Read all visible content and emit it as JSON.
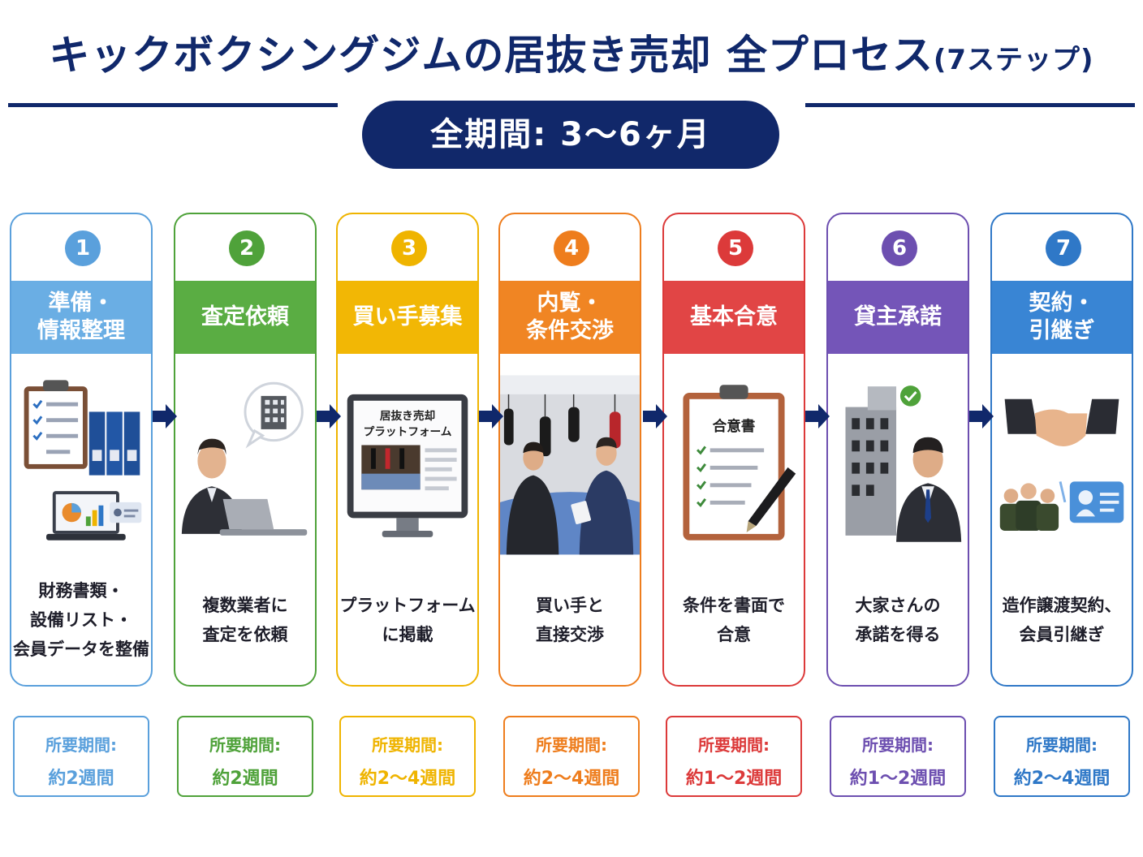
{
  "title": {
    "main": "キックボクシングジムの居抜き売却 全プロセス",
    "sub": "(7ステップ)"
  },
  "total_period": "全期間: 3〜6ヶ月",
  "steps": [
    {
      "num": "1",
      "name": "準備・\n情報整理",
      "desc": "財務書類・\n設備リスト・\n会員データを整備",
      "dur_label": "所要期間:",
      "dur_value": "約2週間",
      "color": "#5aa0dc",
      "band_color": "#6aaee4"
    },
    {
      "num": "2",
      "name": "査定依頼",
      "desc": "複数業者に\n査定を依頼",
      "dur_label": "所要期間:",
      "dur_value": "約2週間",
      "color": "#4fa23a",
      "band_color": "#5aad43"
    },
    {
      "num": "3",
      "name": "買い手募集",
      "desc": "プラットフォーム\nに掲載",
      "dur_label": "所要期間:",
      "dur_value": "約2〜4週間",
      "color": "#efb400",
      "band_color": "#f2b705"
    },
    {
      "num": "4",
      "name": "内覧・\n条件交渉",
      "desc": "買い手と\n直接交渉",
      "dur_label": "所要期間:",
      "dur_value": "約2〜4週間",
      "color": "#ee7d1d",
      "band_color": "#f08523"
    },
    {
      "num": "5",
      "name": "基本合意",
      "desc": "条件を書面で\n合意",
      "dur_label": "所要期間:",
      "dur_value": "約1〜2週間",
      "color": "#dc3a3a",
      "band_color": "#e14545"
    },
    {
      "num": "6",
      "name": "貸主承諾",
      "desc": "大家さんの\n承諾を得る",
      "dur_label": "所要期間:",
      "dur_value": "約1〜2週間",
      "color": "#6d4fb0",
      "band_color": "#7455b8"
    },
    {
      "num": "7",
      "name": "契約・\n引継ぎ",
      "desc": "造作譲渡契約、\n会員引継ぎ",
      "dur_label": "所要期間:",
      "dur_value": "約2〜4週間",
      "color": "#2f78c7",
      "band_color": "#3985d4"
    }
  ],
  "illus_text": {
    "platform_line1": "居抜き売却",
    "platform_line2": "プラットフォーム",
    "agreement_doc": "合意書"
  },
  "arrow_color": "#10286b"
}
